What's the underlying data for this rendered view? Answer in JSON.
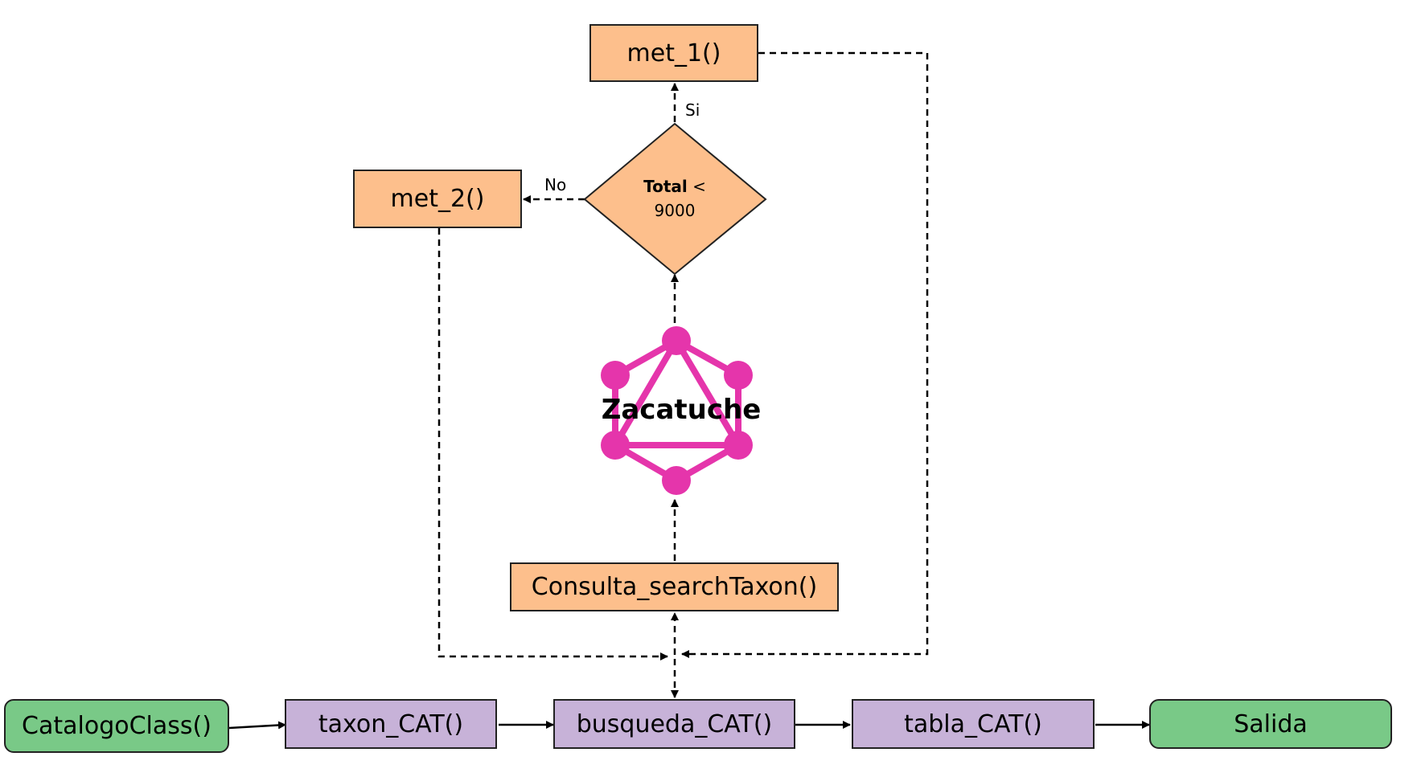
{
  "nodes": {
    "met_1": "met_1()",
    "met_2": "met_2()",
    "decision_bold": "Total",
    "decision_op": "<",
    "decision_value": "9000",
    "graphql": "Zacatuche",
    "consulta": "Consulta_searchTaxon()",
    "catalogo": "CatalogoClass()",
    "taxon": "taxon_CAT()",
    "busqueda": "busqueda_CAT()",
    "tabla": "tabla_CAT()",
    "salida": "Salida"
  },
  "edge_labels": {
    "yes": "Si",
    "no": "No"
  },
  "colors": {
    "process_orange": "#fdbf8c",
    "function_purple": "#c7b2d8",
    "terminal_green": "#79c987",
    "graphql_pink": "#e535ab"
  },
  "icons": {
    "graphql": "graphql-logo-icon"
  }
}
